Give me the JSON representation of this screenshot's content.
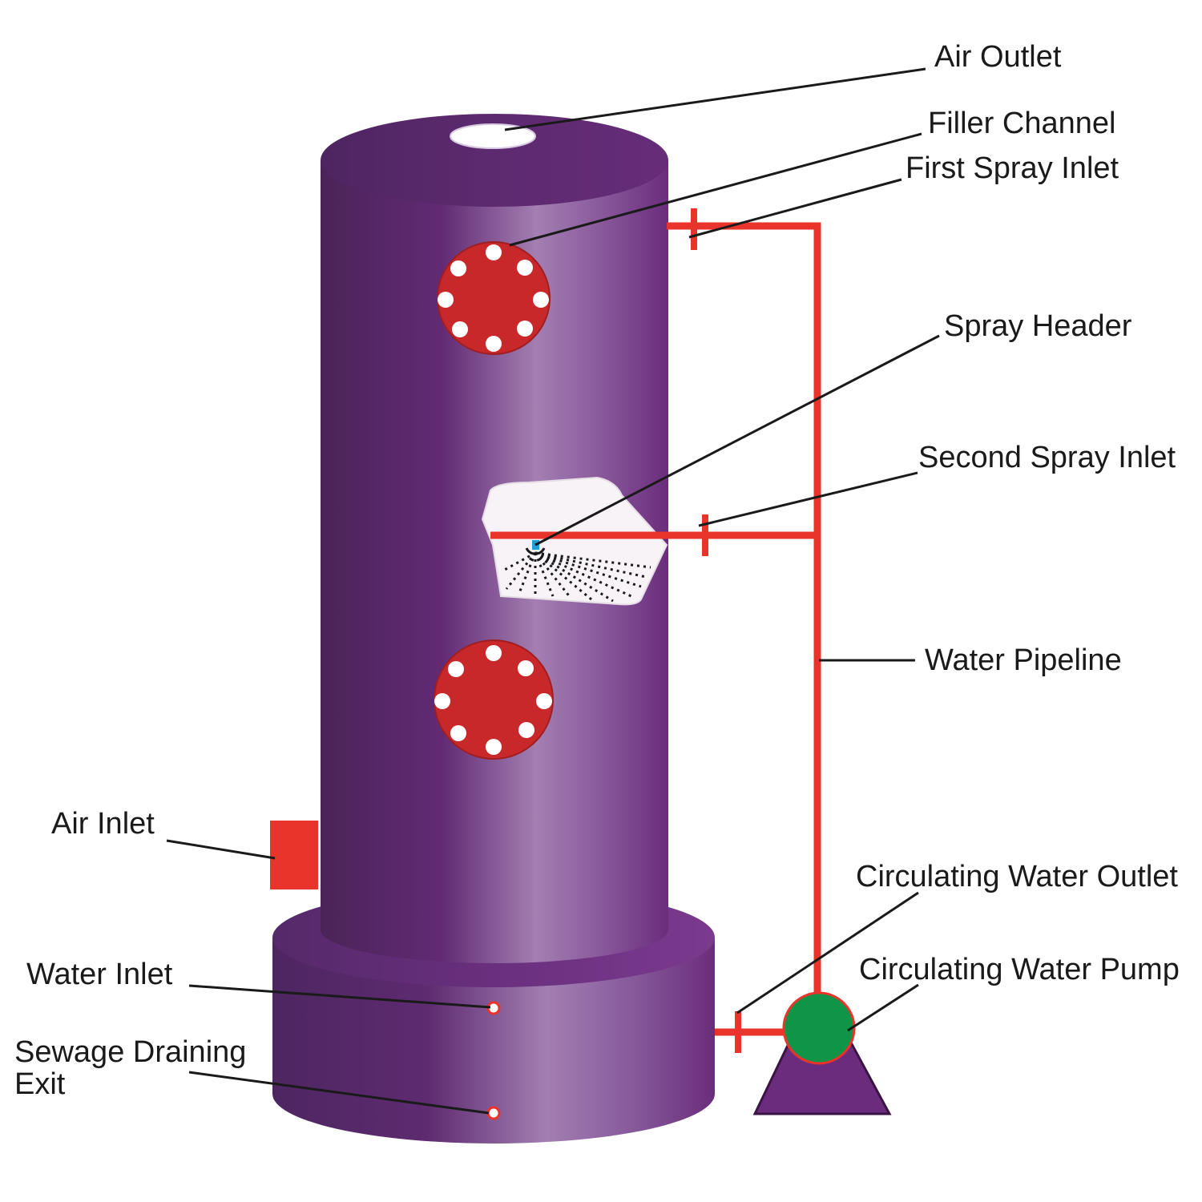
{
  "colors": {
    "vessel_purple": "#6b2c7e",
    "pipe_red": "#e8342b",
    "flange_red": "#c8282a",
    "pump_green": "#0f9448",
    "nozzle_blue": "#1e9fd8"
  },
  "labels": {
    "air_outlet": "Air Outlet",
    "filler_channel": "Filler Channel",
    "first_spray_inlet": "First Spray Inlet",
    "spray_header": "Spray Header",
    "second_spray_inlet": "Second Spray Inlet",
    "water_pipeline": "Water Pipeline",
    "air_inlet": "Air Inlet",
    "circulating_water_outlet": "Circulating Water Outlet",
    "circulating_water_pump": "Circulating Water Pump",
    "water_inlet": "Water Inlet",
    "sewage_draining_exit_line1": "Sewage Draining",
    "sewage_draining_exit_line2": "Exit"
  }
}
